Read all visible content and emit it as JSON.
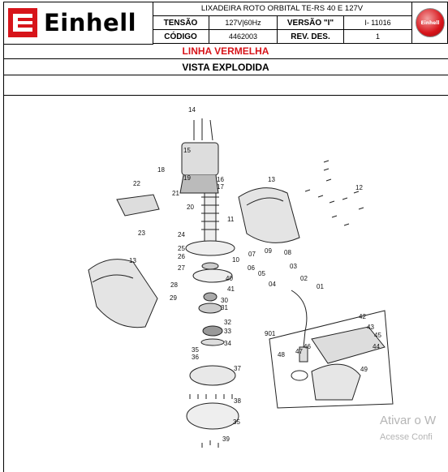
{
  "header": {
    "brand": "Einhell",
    "title": "LIXADEIRA ROTO ORBITAL TE-RS 40 E 127V",
    "tensao_label": "TENSÃO",
    "tensao_value": "127V|60Hz",
    "versao_label": "VERSÃO \"I\"",
    "versao_value": "I- 11016",
    "codigo_label": "CÓDIGO",
    "codigo_value": "4462003",
    "rev_label": "REV. DES.",
    "rev_value": "1",
    "badge_text": "Einhell"
  },
  "sections": {
    "line": "LINHA VERMELHA",
    "view": "VISTA EXPLODIDA"
  },
  "parts": [
    "14",
    "15",
    "16",
    "17",
    "18",
    "19",
    "20",
    "21",
    "22",
    "23",
    "24",
    "25",
    "26",
    "27",
    "28",
    "29",
    "30",
    "31",
    "32",
    "33",
    "34",
    "35",
    "36",
    "37",
    "38",
    "35",
    "39",
    "40",
    "41",
    "11",
    "10",
    "13",
    "13",
    "12",
    "09",
    "08",
    "07",
    "06",
    "05",
    "04",
    "03",
    "02",
    "01",
    "901",
    "42",
    "43",
    "45",
    "44",
    "46",
    "47",
    "48",
    "49"
  ],
  "watermark": {
    "line1": "Ativar o W",
    "line2": "Acesse Confi"
  },
  "colors": {
    "brand_red": "#d7141a",
    "watermark_gray": "#b5b5b5"
  }
}
